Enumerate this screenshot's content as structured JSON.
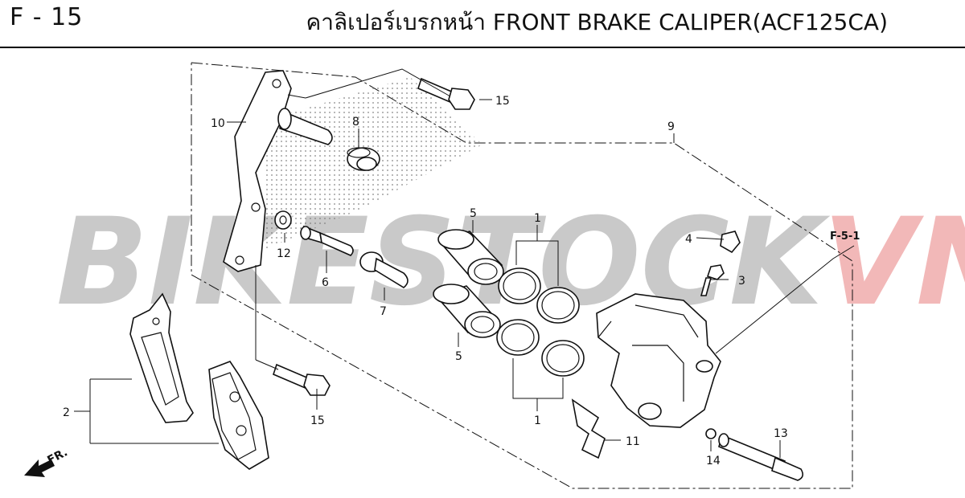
{
  "header": {
    "page_code": "F - 15",
    "title": "คาลิเปอร์เบรกหน้า  FRONT BRAKE CALIPER(ACF125CA)"
  },
  "watermark": {
    "part_a": "BIKESTOCK",
    "part_b": "VN",
    "color_a": "#c9c9c9",
    "color_b": "#f2b8b8"
  },
  "reference": {
    "label": "F-5-1"
  },
  "direction": {
    "label": "FR."
  },
  "callouts": [
    {
      "id": "c1a",
      "label": "1"
    },
    {
      "id": "c1b",
      "label": "1"
    },
    {
      "id": "c2",
      "label": "2"
    },
    {
      "id": "c3",
      "label": "3"
    },
    {
      "id": "c4",
      "label": "4"
    },
    {
      "id": "c5a",
      "label": "5"
    },
    {
      "id": "c5b",
      "label": "5"
    },
    {
      "id": "c6",
      "label": "6"
    },
    {
      "id": "c7",
      "label": "7"
    },
    {
      "id": "c8",
      "label": "8"
    },
    {
      "id": "c9",
      "label": "9"
    },
    {
      "id": "c10",
      "label": "10"
    },
    {
      "id": "c11",
      "label": "11"
    },
    {
      "id": "c12",
      "label": "12"
    },
    {
      "id": "c13",
      "label": "13"
    },
    {
      "id": "c14",
      "label": "14"
    },
    {
      "id": "c15a",
      "label": "15"
    },
    {
      "id": "c15b",
      "label": "15"
    }
  ]
}
